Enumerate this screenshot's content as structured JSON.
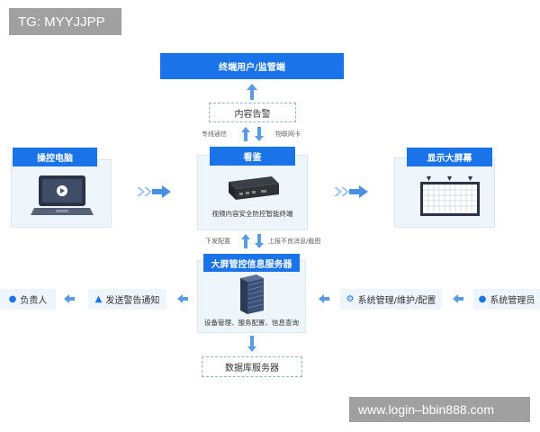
{
  "watermark_top": "TG: MYYJJPP",
  "watermark_bottom": "www.login–bbin888.com",
  "terminal_users": "终端用户/监管端",
  "content_alert": "内容告警",
  "link_left": "专线通信",
  "link_right": "物联网卡",
  "control_pc": "操控电脑",
  "kanjian": "看鉴",
  "display_wall": "显示大屏幕",
  "terminal_caption": "视频内容安全防控智能终端",
  "down_config": "下发配置",
  "up_report": "上报不良消息/截图",
  "server_title": "大屏管控信息服务器",
  "server_caption": "设备管理、服务配置、信息查询",
  "database": "数据库服务器",
  "responsible": "负责人",
  "send_alert": "发送警告通知",
  "sys_manage": "系统管理/维护/配置",
  "sys_admin": "系统管理员",
  "icons": {
    "person": "person-icon",
    "warning": "warning-icon",
    "gear": "gear-icon"
  },
  "colors": {
    "accent": "#1a73e8",
    "panel": "#eef6fb",
    "arrow": "#4a90e2"
  }
}
